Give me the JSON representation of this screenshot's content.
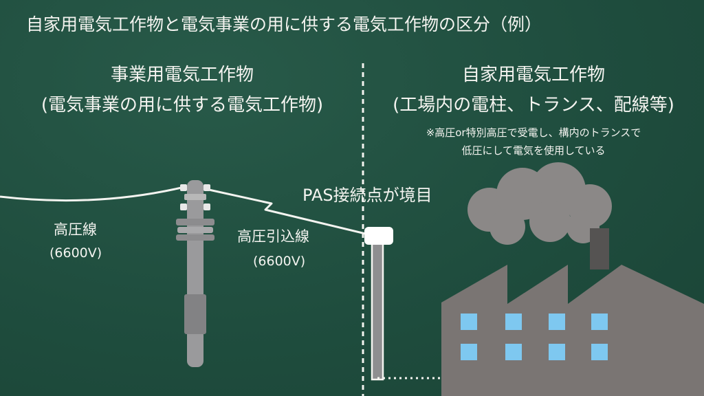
{
  "title": "自家用電気工作物と電気事業の用に供する電気工作物の区分（例）",
  "left_heading": {
    "line1": "事業用電気工作物",
    "line2": "(電気事業の用に供する電気工作物)"
  },
  "right_heading": {
    "line1": "自家用電気工作物",
    "line2": "(工場内の電柱、トランス、配線等)"
  },
  "right_note": {
    "line1": "※高圧or特別高圧で受電し、構内のトランスで",
    "line2": "低圧にして電気を使用している"
  },
  "boundary_label": "PAS接続点が境目",
  "line_label_left": {
    "name": "高圧線",
    "voltage": "(6600V)"
  },
  "line_label_right": {
    "name": "高圧引込線",
    "voltage": "(6600V)"
  },
  "colors": {
    "board": "#1f4d3e",
    "chalk": "#f4f4f0",
    "pole": "#9a9a9c",
    "factory": "#7a7573",
    "window": "#7ec8f0",
    "smoke": "#8b8887"
  }
}
